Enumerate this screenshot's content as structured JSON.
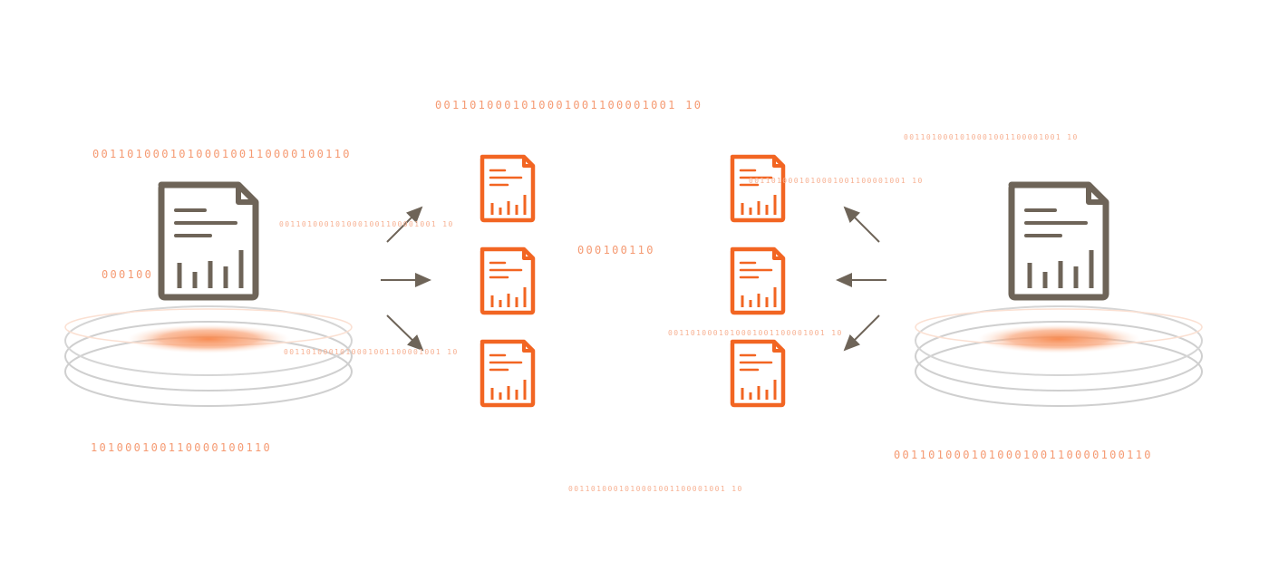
{
  "colors": {
    "accent": "#f26522",
    "binary": "#f7a27c",
    "binary_faint": "#f9c0a5",
    "doc_dark": "#6e6458",
    "arrow": "#6e6458",
    "disk_ring": "#c8c8c8"
  },
  "binary_strings": {
    "top_center": "0011010001010001001100001001 10",
    "top_left": "001101000101000100110000100110",
    "top_right": "0011010001010001001100001001 10",
    "mid_center": "000100110",
    "left_partial": "000100",
    "left_upper_stream": "0011010001010001001100001001 10",
    "left_lower_stream": "0011010001010001001100001001 10",
    "right_upper_stream": "0011010001010001001100001001 10",
    "right_lower_stream": "0011010001010001001100001001 10",
    "bottom_left": "101000100110000100110",
    "bottom_right": "001101000101000100110000100110",
    "bottom_center": "0011010001010001001100001001 10"
  },
  "icons": {
    "source_left": "document-chart-icon",
    "source_right": "document-chart-icon",
    "split_doc": "document-chart-icon",
    "arrow": "arrow-icon",
    "platform": "storage-disk-icon"
  }
}
